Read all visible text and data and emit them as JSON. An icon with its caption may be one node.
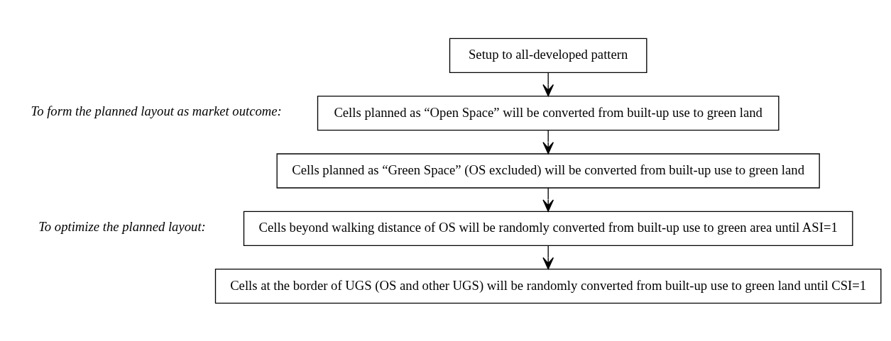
{
  "diagram": {
    "nodes": [
      {
        "text": [
          "Setup to all-developed pattern"
        ]
      },
      {
        "text": [
          "Cells planned as “Open Space” will be converted from built-up use to green land"
        ]
      },
      {
        "text": [
          "Cells planned as “Green Space” (OS excluded) will be converted from built-up use to green land"
        ]
      },
      {
        "text": [
          "Cells beyond walking distance of OS will be randomly converted from built-up use to green area until ASI=1"
        ]
      },
      {
        "text": [
          "Cells at the border of UGS (OS and other UGS) will be randomly converted from built-up use to green land until CSI=1"
        ]
      }
    ],
    "edges": [
      {
        "from": 0,
        "to": 1,
        "arrow": "to"
      },
      {
        "from": 1,
        "to": 2,
        "arrow": "to"
      },
      {
        "from": 2,
        "to": 3,
        "arrow": "to"
      },
      {
        "from": 3,
        "to": 4,
        "arrow": "to"
      }
    ],
    "labels": [
      "To form the planned layout as market outcome:",
      "To optimize the planned layout:"
    ]
  }
}
